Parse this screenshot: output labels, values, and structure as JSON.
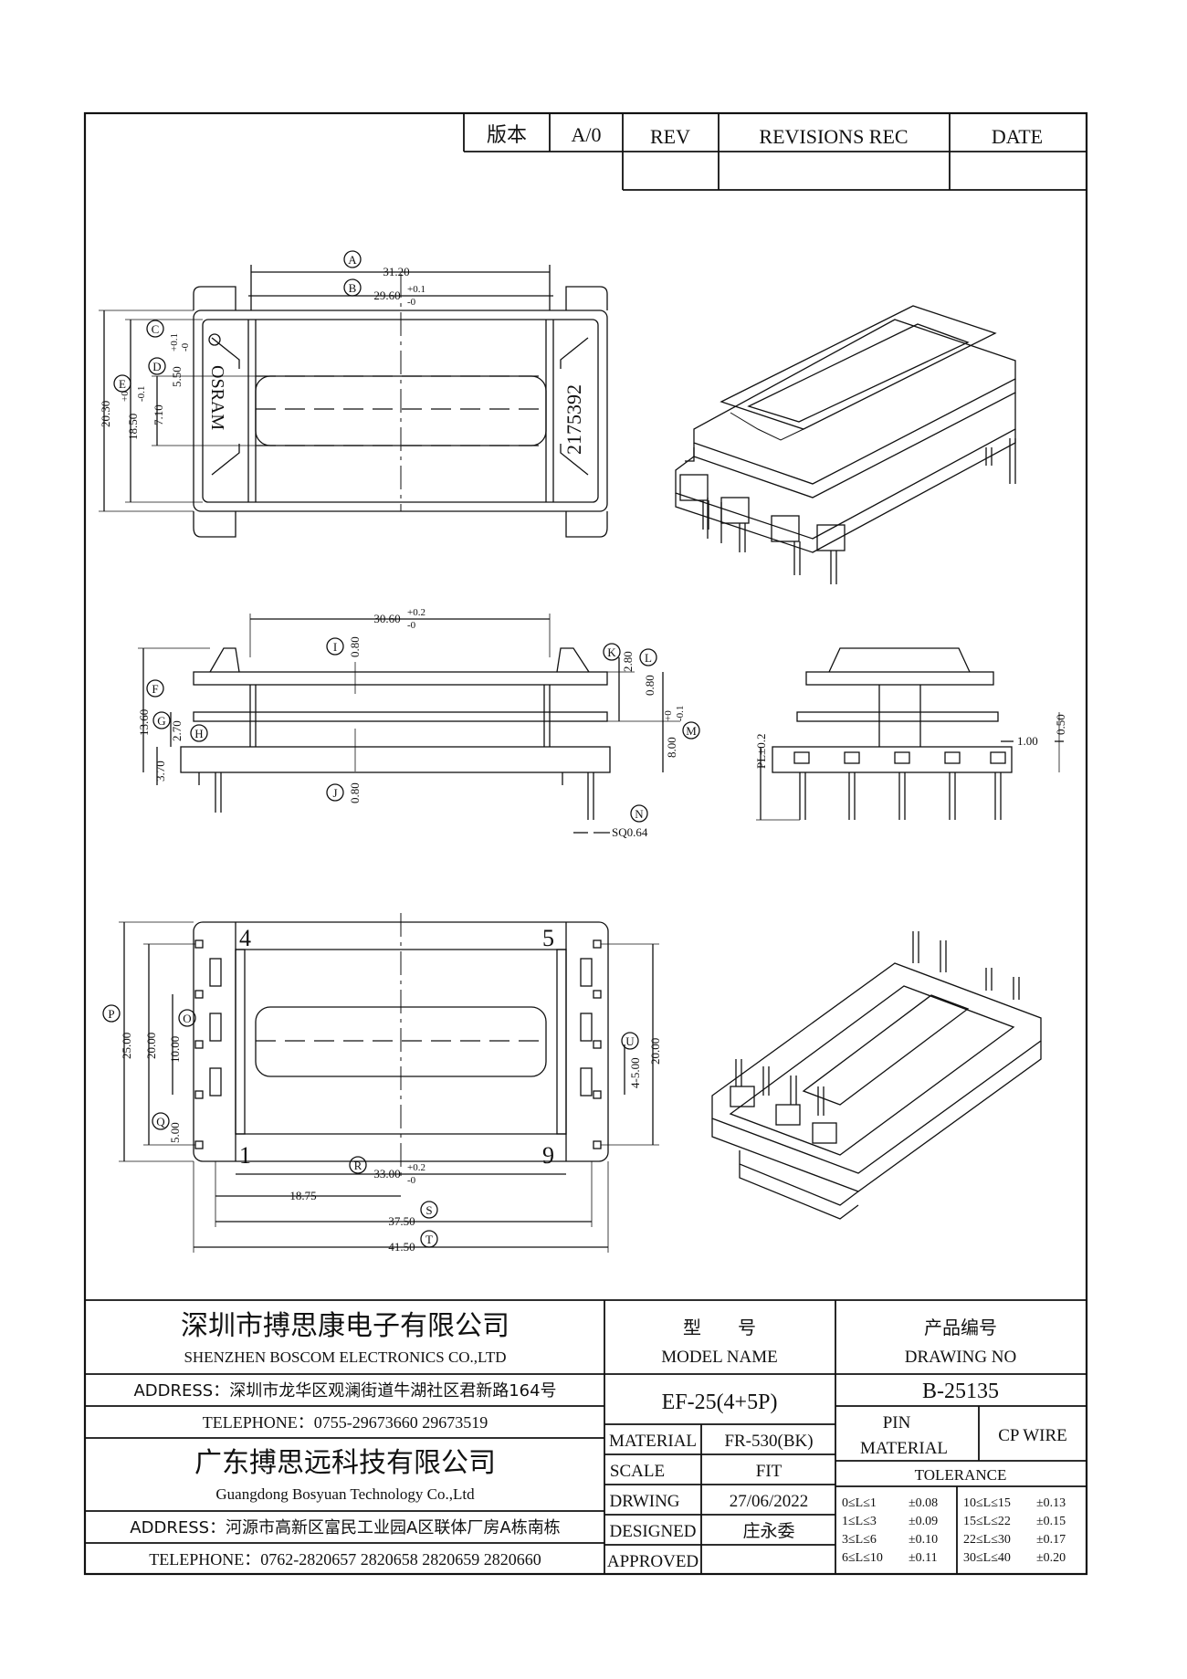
{
  "revision_table": {
    "version_label": "版本",
    "version_value": "A/0",
    "rev_header": "REV",
    "records_header": "REVISIONS REC",
    "date_header": "DATE"
  },
  "drawing": {
    "top_view": {
      "dim_A": {
        "marker": "A",
        "value": "31.20"
      },
      "dim_B": {
        "marker": "B",
        "value": "29.60",
        "tol_upper": "+0.1",
        "tol_lower": "-0"
      },
      "dim_C": {
        "marker": "C",
        "value": "5.50",
        "tol_upper": "+0.1",
        "tol_lower": "-0"
      },
      "dim_D": {
        "marker": "D",
        "value": "7.10"
      },
      "dim_E": {
        "marker": "E",
        "value": "18.50",
        "tol_upper": "+0",
        "tol_lower": "-0.1"
      },
      "dim_overall": "20.30",
      "brand_text": "OSRAM",
      "part_number": "2175392"
    },
    "side_view": {
      "dim_width": {
        "value": "30.60",
        "tol_upper": "+0.2",
        "tol_lower": "-0"
      },
      "dim_I": {
        "marker": "I",
        "value": "0.80"
      },
      "dim_J": {
        "marker": "J",
        "value": "0.80"
      },
      "dim_K": {
        "marker": "K",
        "value": "2.80"
      },
      "dim_L": {
        "marker": "L",
        "value": "0.80"
      },
      "dim_M": {
        "marker": "M",
        "value": "8.00",
        "tol_upper": "+0",
        "tol_lower": "-0.1"
      },
      "dim_F": {
        "marker": "F",
        "value": "13.60"
      },
      "dim_G": {
        "marker": "G",
        "value": "2.70"
      },
      "dim_H": {
        "marker": "H",
        "value": "3.70"
      },
      "dim_N": {
        "marker": "N",
        "value": "SQ0.64"
      }
    },
    "end_view": {
      "pl_label": "PL±0.2",
      "pin_dim": "1.00",
      "pin_dim2": "0.50"
    },
    "bottom_view": {
      "pin_4": "4",
      "pin_5": "5",
      "pin_1": "1",
      "pin_9": "9",
      "dim_P": {
        "marker": "P",
        "value": "25.00"
      },
      "dim_O": {
        "marker": "O",
        "value": "20.00"
      },
      "dim_inner": "10.00",
      "dim_Q": {
        "marker": "Q",
        "value": "5.00"
      },
      "dim_U": {
        "marker": "U",
        "value": "20.00"
      },
      "dim_pitch": "4-5.00",
      "dim_R": {
        "marker": "R",
        "value": "33.00",
        "tol_upper": "+0.2",
        "tol_lower": "-0"
      },
      "dim_half": "18.75",
      "dim_S": {
        "marker": "S",
        "value": "37.50"
      },
      "dim_T": {
        "marker": "T",
        "value": "41.50"
      }
    }
  },
  "title_block": {
    "company1_cn": "深圳市搏思康电子有限公司",
    "company1_en": "SHENZHEN BOSCOM ELECTRONICS CO.,LTD",
    "address1": "ADDRESS：深圳市龙华区观澜街道牛湖社区君新路164号",
    "telephone1": "TELEPHONE：0755-29673660 29673519",
    "company2_cn": "广东搏思远科技有限公司",
    "company2_en": "Guangdong Bosyuan Technology Co.,Ltd",
    "address2": "ADDRESS：河源市高新区富民工业园A区联体厂房A栋南栋",
    "telephone2": "TELEPHONE：0762-2820657 2820658 2820659 2820660",
    "model_label_cn": "型　　号",
    "model_label_en": "MODEL NAME",
    "model_value": "EF-25(4+5P)",
    "drawing_no_label_cn": "产品编号",
    "drawing_no_label_en": "DRAWING NO",
    "drawing_no_value": "B-25135",
    "material_label": "MATERIAL",
    "material_value": "FR-530(BK)",
    "scale_label": "SCALE",
    "scale_value": "FIT",
    "drwing_label": "DRWING",
    "drwing_value": "27/06/2022",
    "designed_label": "DESIGNED",
    "designed_value": "庄永委",
    "approved_label": "APPROVED",
    "pin_material_label1": "PIN",
    "pin_material_label2": "MATERIAL",
    "pin_material_value": "CP WIRE",
    "tolerance_label": "TOLERANCE",
    "tolerances": [
      [
        "0≤L≤1",
        "±0.08",
        "10≤L≤15",
        "±0.13"
      ],
      [
        "1≤L≤3",
        "±0.09",
        "15≤L≤22",
        "±0.15"
      ],
      [
        "3≤L≤6",
        "±0.10",
        "22≤L≤30",
        "±0.17"
      ],
      [
        "6≤L≤10",
        "±0.11",
        "30≤L≤40",
        "±0.20"
      ]
    ]
  }
}
